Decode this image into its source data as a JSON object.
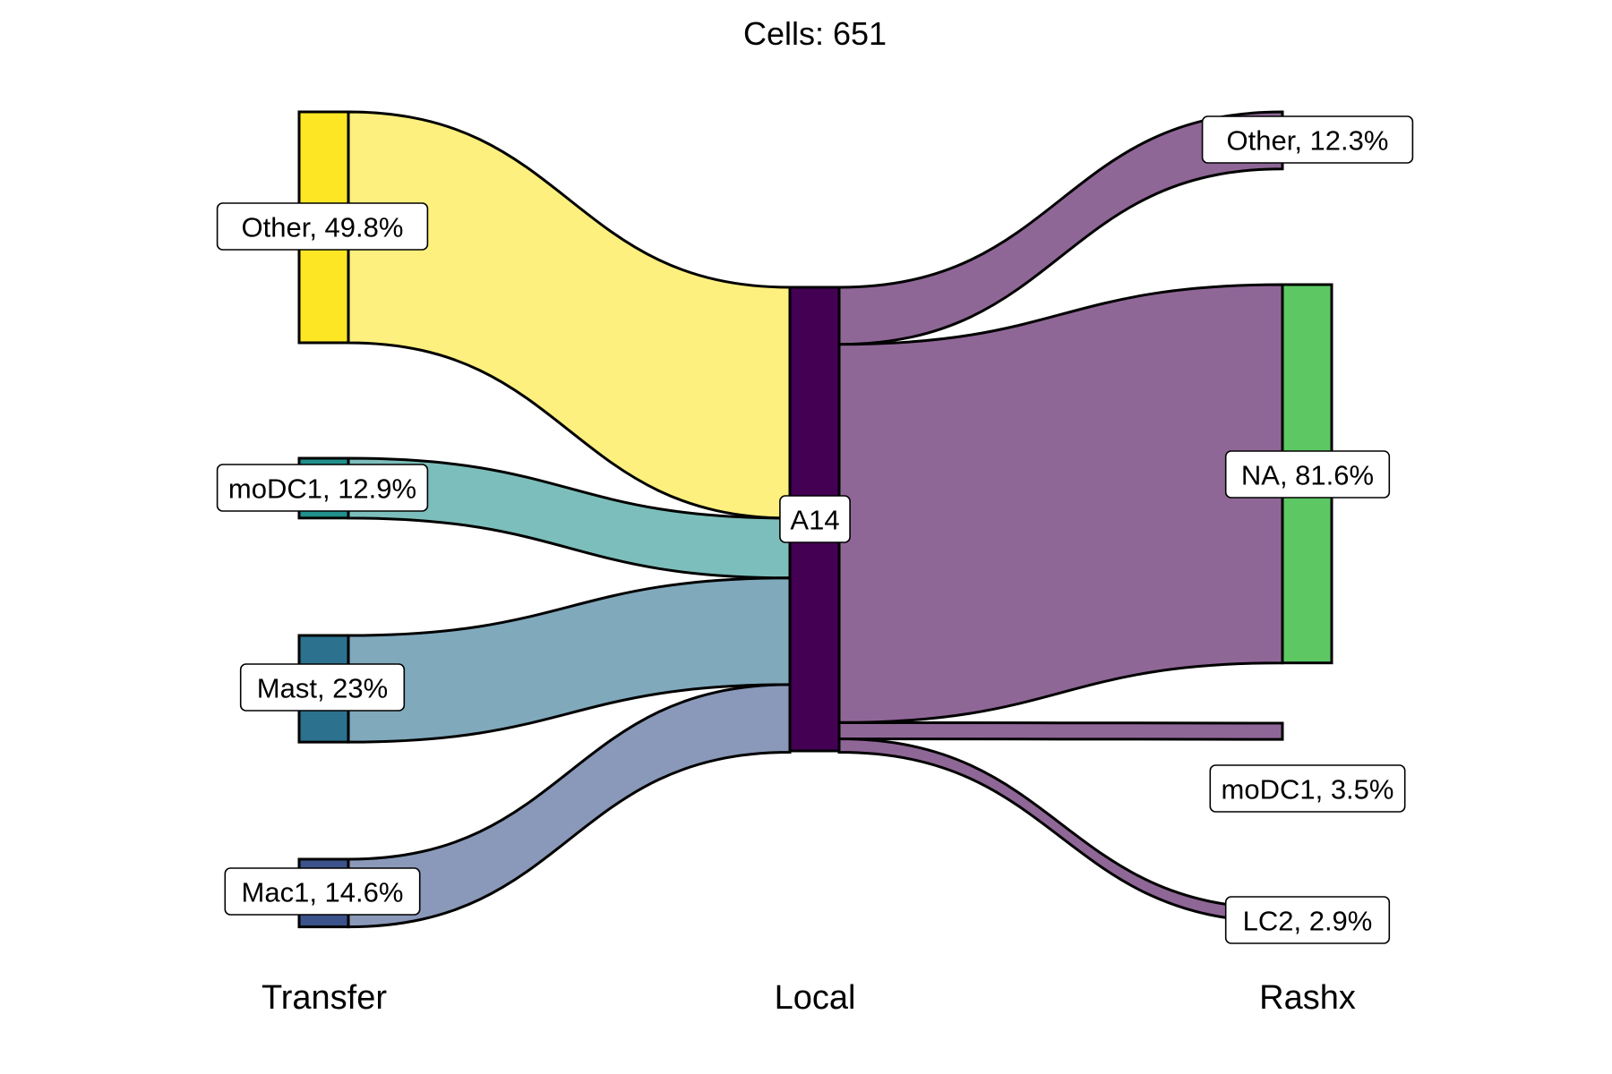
{
  "title": "Cells:  651",
  "axes": [
    "Transfer",
    "Local",
    "Rashx"
  ],
  "colors": {
    "transfer_Other": "#FDE725",
    "transfer_moDC1": "#21908C",
    "transfer_Mast": "#2C728E",
    "transfer_Mac1": "#3B528B",
    "local_A14": "#440154",
    "rashx_NA": "#5DC863",
    "rashx_other": "#8F6797",
    "flow_Other": "#FDF07E",
    "flow_moDC1": "#7CBEBB",
    "flow_Mast": "#80A9BC",
    "flow_Mac1": "#8A99B9",
    "flow_right": "#8F6797"
  },
  "chart_data": {
    "type": "sankey",
    "total_cells": 651,
    "columns": [
      {
        "name": "Transfer",
        "nodes": [
          {
            "id": "Other",
            "label": "Other, 49.8%",
            "fraction": 0.498
          },
          {
            "id": "moDC1",
            "label": "moDC1, 12.9%",
            "fraction": 0.129
          },
          {
            "id": "Mast",
            "label": "Mast, 23%",
            "fraction": 0.23
          },
          {
            "id": "Mac1",
            "label": "Mac1, 14.6%",
            "fraction": 0.146
          }
        ]
      },
      {
        "name": "Local",
        "nodes": [
          {
            "id": "A14",
            "label": "A14",
            "fraction": 1.0
          }
        ]
      },
      {
        "name": "Rashx",
        "nodes": [
          {
            "id": "Other",
            "label": "Other, 12.3%",
            "fraction": 0.123
          },
          {
            "id": "NA",
            "label": "NA, 81.6%",
            "fraction": 0.816
          },
          {
            "id": "moDC1",
            "label": "moDC1, 3.5%",
            "fraction": 0.035
          },
          {
            "id": "LC2",
            "label": "LC2, 2.9%",
            "fraction": 0.029
          }
        ]
      }
    ],
    "links": [
      {
        "from": "Transfer:Other",
        "to": "Local:A14",
        "fraction": 0.498
      },
      {
        "from": "Transfer:moDC1",
        "to": "Local:A14",
        "fraction": 0.129
      },
      {
        "from": "Transfer:Mast",
        "to": "Local:A14",
        "fraction": 0.23
      },
      {
        "from": "Transfer:Mac1",
        "to": "Local:A14",
        "fraction": 0.146
      },
      {
        "from": "Local:A14",
        "to": "Rashx:Other",
        "fraction": 0.123
      },
      {
        "from": "Local:A14",
        "to": "Rashx:NA",
        "fraction": 0.816
      },
      {
        "from": "Local:A14",
        "to": "Rashx:moDC1",
        "fraction": 0.035
      },
      {
        "from": "Local:A14",
        "to": "Rashx:LC2",
        "fraction": 0.029
      }
    ]
  }
}
